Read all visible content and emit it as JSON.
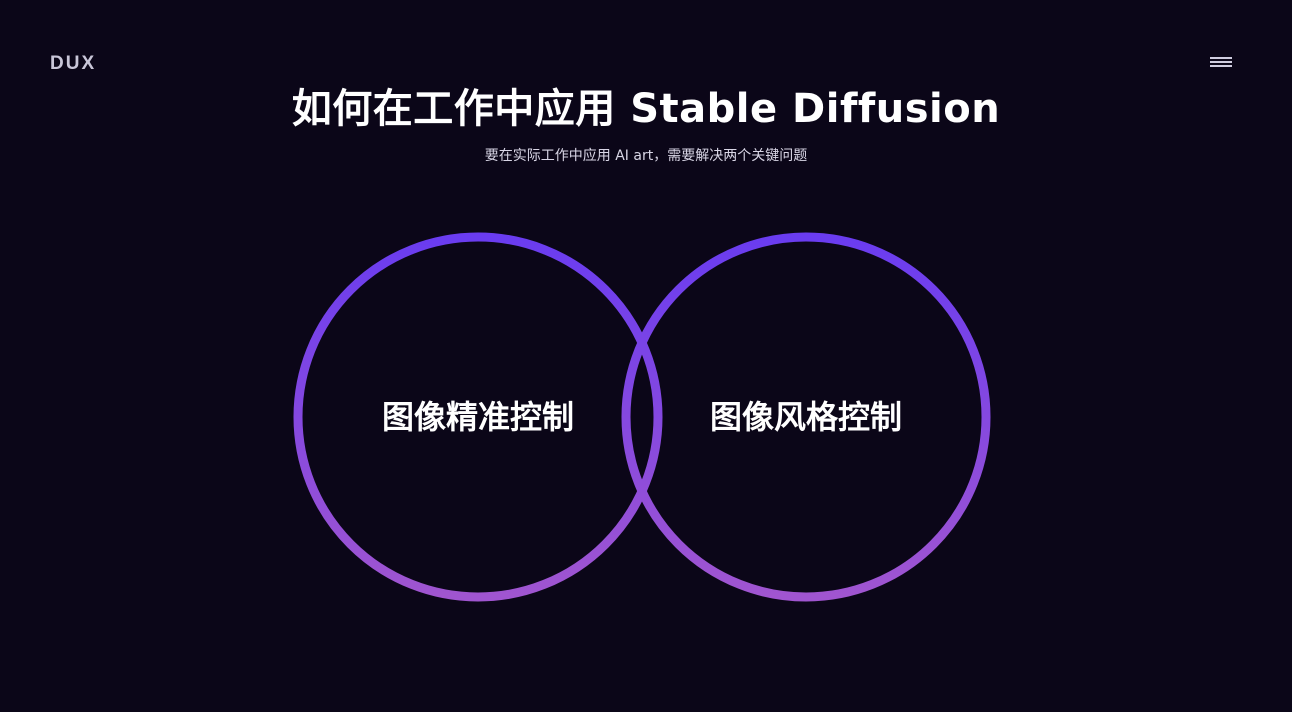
{
  "header": {
    "logo_text": "DUX",
    "logo_icon": "dux-logo",
    "menu_icon": "hamburger-menu-icon"
  },
  "page": {
    "title": "如何在工作中应用 Stable Diffusion",
    "subtitle": "要在实际工作中应用 AI art，需要解决两个关键问题"
  },
  "venn": {
    "left_label": "图像精准控制",
    "right_label": "图像风格控制"
  },
  "colors": {
    "background": "#0b0618",
    "ring_top": "#6a3cf0",
    "ring_bottom": "#a055d0",
    "text": "#ffffff",
    "logo": "#c9c6d8"
  }
}
